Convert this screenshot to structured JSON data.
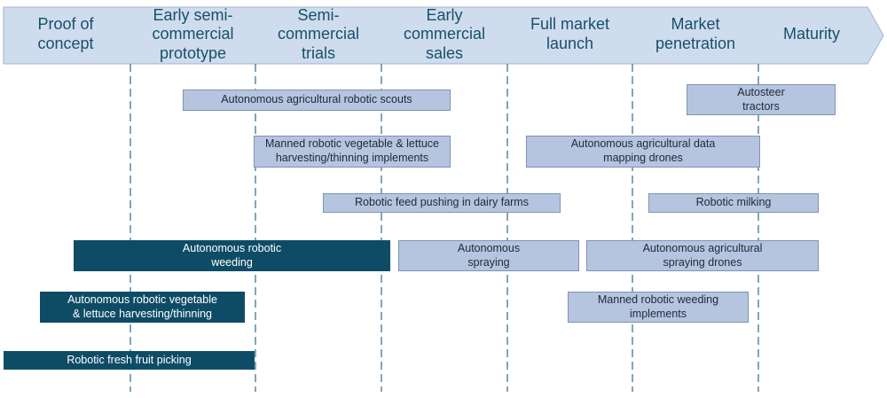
{
  "stages": [
    {
      "id": "proof",
      "label": "Proof of\nconcept"
    },
    {
      "id": "early-semi",
      "label": "Early semi-\ncommercial\nprototype"
    },
    {
      "id": "semi-trials",
      "label": "Semi-\ncommercial\ntrials"
    },
    {
      "id": "early-sales",
      "label": "Early\ncommercial\nsales"
    },
    {
      "id": "full-launch",
      "label": "Full market\nlaunch"
    },
    {
      "id": "penetration",
      "label": "Market\npenetration"
    },
    {
      "id": "maturity",
      "label": "Maturity"
    }
  ],
  "technologies": [
    {
      "id": "scouts",
      "label": "Autonomous agricultural robotic scouts",
      "style": "light"
    },
    {
      "id": "autosteer",
      "label": "Autosteer\ntractors",
      "style": "light"
    },
    {
      "id": "manned-harvest",
      "label": "Manned robotic vegetable & lettuce\nharvesting/thinning implements",
      "style": "light"
    },
    {
      "id": "drones-mapping",
      "label": "Autonomous agricultural data\nmapping drones",
      "style": "light"
    },
    {
      "id": "feed-pushing",
      "label": "Robotic feed pushing in dairy farms",
      "style": "light"
    },
    {
      "id": "milking",
      "label": "Robotic milking",
      "style": "light"
    },
    {
      "id": "weeding",
      "label": "Autonomous robotic\nweeding",
      "style": "dark"
    },
    {
      "id": "spraying",
      "label": "Autonomous\nspraying",
      "style": "light"
    },
    {
      "id": "spraying-drones",
      "label": "Autonomous agricultural\nspraying drones",
      "style": "light"
    },
    {
      "id": "auto-harvest",
      "label": "Autonomous robotic vegetable\n& lettuce harvesting/thinning",
      "style": "dark"
    },
    {
      "id": "manned-weeding",
      "label": "Manned robotic weeding\nimplements",
      "style": "light"
    },
    {
      "id": "fruit-picking",
      "label": "Robotic fresh fruit picking",
      "style": "dark"
    }
  ],
  "colors": {
    "arrow_fill": "#cfdcee",
    "arrow_stroke": "#9fb4d2",
    "stage_text": "#16506a",
    "light_bar": "#b5c5df",
    "dark_bar": "#0e4c66",
    "divider": "#2f6b86"
  }
}
